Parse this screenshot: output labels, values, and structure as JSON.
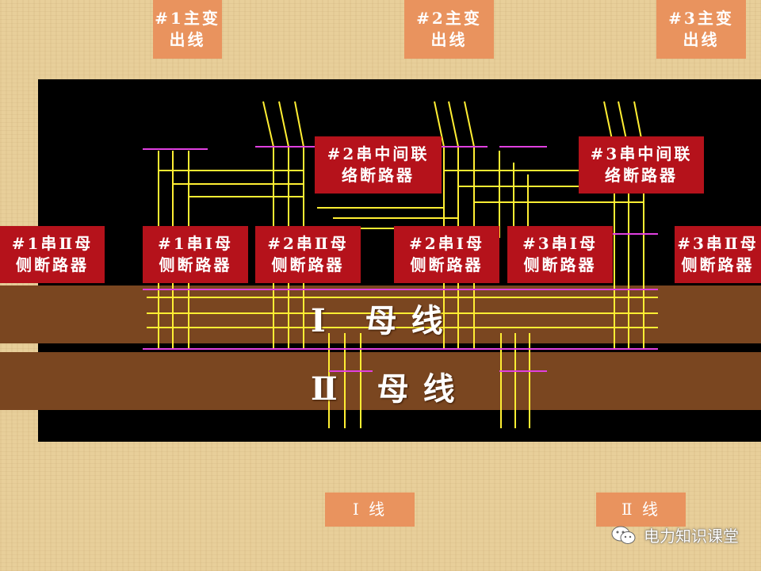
{
  "top_labels": [
    {
      "line1": "#1主变",
      "line2": "出线"
    },
    {
      "line1": "#2主变",
      "line2": "出线"
    },
    {
      "line1": "#3主变",
      "line2": "出线"
    }
  ],
  "middle_breakers": [
    {
      "line1": "#2串中间联",
      "line2": "络断路器"
    },
    {
      "line1": "#3串中间联",
      "line2": "络断路器"
    }
  ],
  "side_breakers": [
    {
      "line1": "#1串Ⅱ母",
      "line2": "侧断路器"
    },
    {
      "line1": "#1串Ⅰ母",
      "line2": "侧断路器"
    },
    {
      "line1": "#2串Ⅱ母",
      "line2": "侧断路器"
    },
    {
      "line1": "#2串Ⅰ母",
      "line2": "侧断路器"
    },
    {
      "line1": "#3串Ⅰ母",
      "line2": "侧断路器"
    },
    {
      "line1": "#3串Ⅱ母",
      "line2": "侧断路器"
    }
  ],
  "bus": {
    "bus1": "Ⅰ 母线",
    "bus2": "Ⅱ 母线"
  },
  "bottom_labels": [
    {
      "text": "Ⅰ 线"
    },
    {
      "text": "Ⅱ 线"
    }
  ],
  "watermark": {
    "text": "电力知识课堂"
  },
  "colors": {
    "background": "#e8cf9a",
    "label_orange": "#e9935e",
    "label_red": "#b5121b",
    "bus_band": "#7a4620",
    "wire_yellow": "#ffee33",
    "bus_magenta": "#e040e0"
  }
}
